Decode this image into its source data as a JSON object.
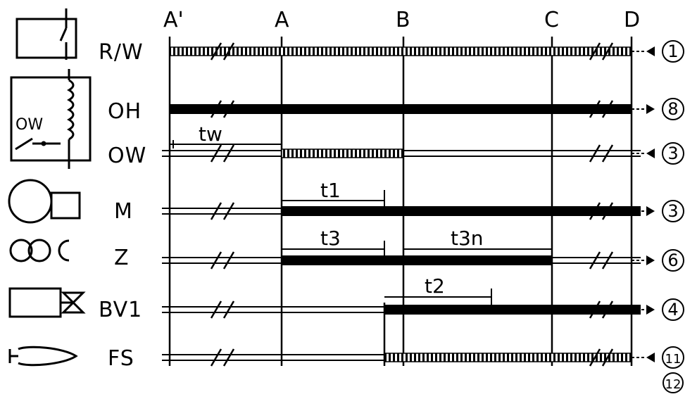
{
  "columns": [
    "A'",
    "A",
    "B",
    "C",
    "D"
  ],
  "rows": [
    {
      "id": "RW",
      "label": "R/W",
      "number": "1",
      "arrow": "in"
    },
    {
      "id": "OH",
      "label": "OH",
      "number": "8",
      "arrow": "out"
    },
    {
      "id": "OW",
      "label": "OW",
      "number": "3",
      "arrow": "in"
    },
    {
      "id": "M",
      "label": "M",
      "number": "3",
      "arrow": "out"
    },
    {
      "id": "Z",
      "label": "Z",
      "number": "6",
      "arrow": "out"
    },
    {
      "id": "BV1",
      "label": "BV1",
      "number": "4",
      "arrow": "out"
    },
    {
      "id": "FS",
      "label": "FS",
      "number": "11",
      "arrow": "in"
    }
  ],
  "extra_number": "12",
  "symbol_text": {
    "ow": "OW"
  },
  "timers": {
    "tw": "tw",
    "t1": "t1",
    "t3": "t3",
    "t3n": "t3n",
    "t2": "t2"
  },
  "signal_styles": {
    "solid": "thick black bar",
    "dotted": "hatched bar",
    "open": "thin double line"
  }
}
